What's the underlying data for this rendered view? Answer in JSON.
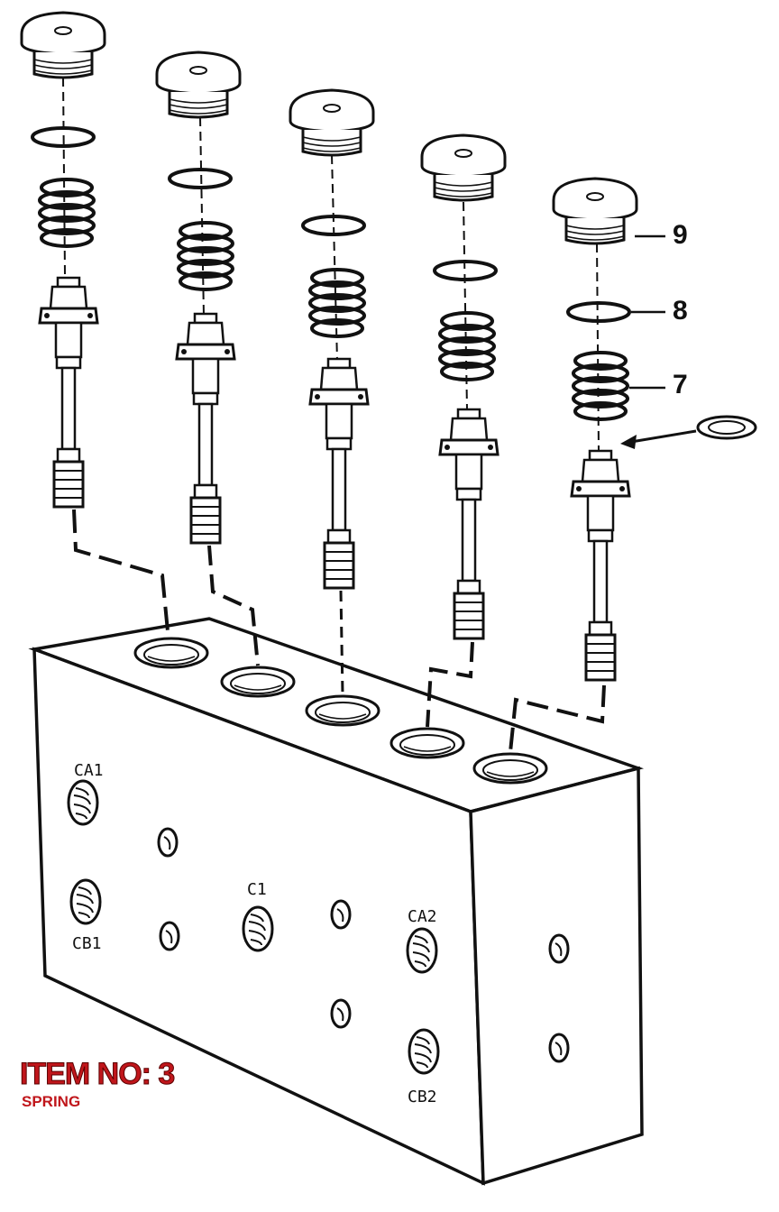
{
  "callouts": [
    {
      "id": "callout-9",
      "label": "9"
    },
    {
      "id": "callout-8",
      "label": "8"
    },
    {
      "id": "callout-7",
      "label": "7"
    }
  ],
  "port_labels": {
    "ca1": "CA1",
    "cb1": "CB1",
    "c1": "C1",
    "ca2": "CA2",
    "cb2": "CB2"
  },
  "item": {
    "title": "ITEM NO: 3",
    "subtitle": "SPRING"
  },
  "colors": {
    "line": "#111111",
    "item_text": "#c0161b"
  }
}
